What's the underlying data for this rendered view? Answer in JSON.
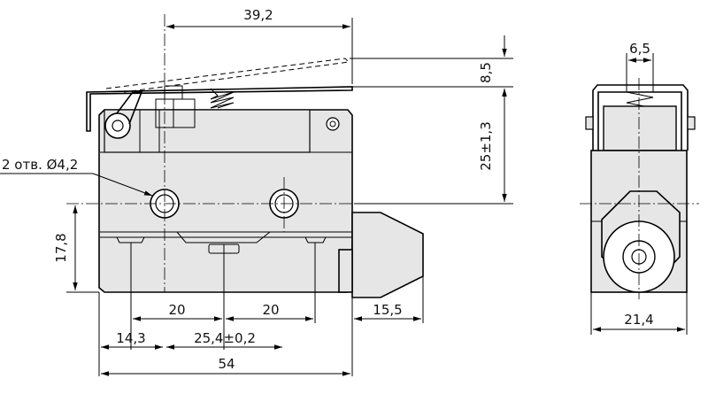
{
  "colors": {
    "body_fill": "#e6e6e6",
    "line": "#000000",
    "background": "#ffffff"
  },
  "dims": {
    "d39_2": "39,2",
    "d8_5": "8,5",
    "d25": "25±1,3",
    "d6_5": "6,5",
    "d2otv": "2 отв. Ø4,2",
    "d17_8": "17,8",
    "d20a": "20",
    "d20b": "20",
    "d15_5": "15,5",
    "d14_3": "14,3",
    "d25_4": "25,4±0,2",
    "d54": "54",
    "d21_4": "21,4"
  }
}
